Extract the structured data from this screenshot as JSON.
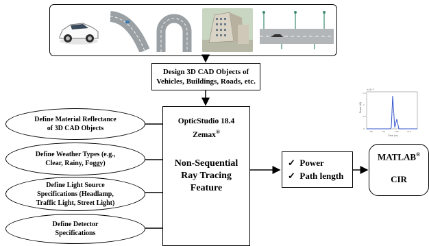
{
  "cad_box": {
    "line1": "Design 3D CAD Objects of",
    "line2": "Vehicles, Buildings, Roads, etc."
  },
  "zemax": {
    "line1": "OpticStudio 18.4",
    "line2": "Zemax",
    "line2_sup": "®",
    "feature1": "Non-Sequential",
    "feature2": "Ray Tracing",
    "feature3": "Feature"
  },
  "inputs": [
    {
      "line1": "Define Material Reflectance",
      "line2": "of 3D CAD Objects"
    },
    {
      "line1": "Define Weather Types (e.g.,",
      "line2": "Clear, Rainy, Foggy)"
    },
    {
      "line1": "Define Light Source",
      "line2": "Specifications (Headlamp,",
      "line3": "Traffic Light, Street Light)"
    },
    {
      "line1": "Define Detector",
      "line2": "Specifications"
    }
  ],
  "outputs": {
    "check": "✓",
    "item1": "Power",
    "item2": "Path length"
  },
  "matlab": {
    "title": "MATLAB",
    "title_sup": "®",
    "result": "CIR"
  },
  "plot": {
    "exponent": "×10⁻⁴",
    "ylabel": "Power (W)",
    "xlabel": "Time (ns)",
    "ticks_x": [
      "80",
      "90",
      "100",
      "110"
    ],
    "ticks_y": [
      "0",
      "0.5",
      "1",
      "1.5"
    ]
  },
  "colors": {
    "line": "#000000",
    "plot_trace": "#3355cc",
    "road": "#9aa0a4",
    "lane_mark": "#f2f2f2"
  },
  "thumbnails": [
    "car-render",
    "curved-road",
    "u-turn-road",
    "buildings-render",
    "street-lights-scene"
  ]
}
